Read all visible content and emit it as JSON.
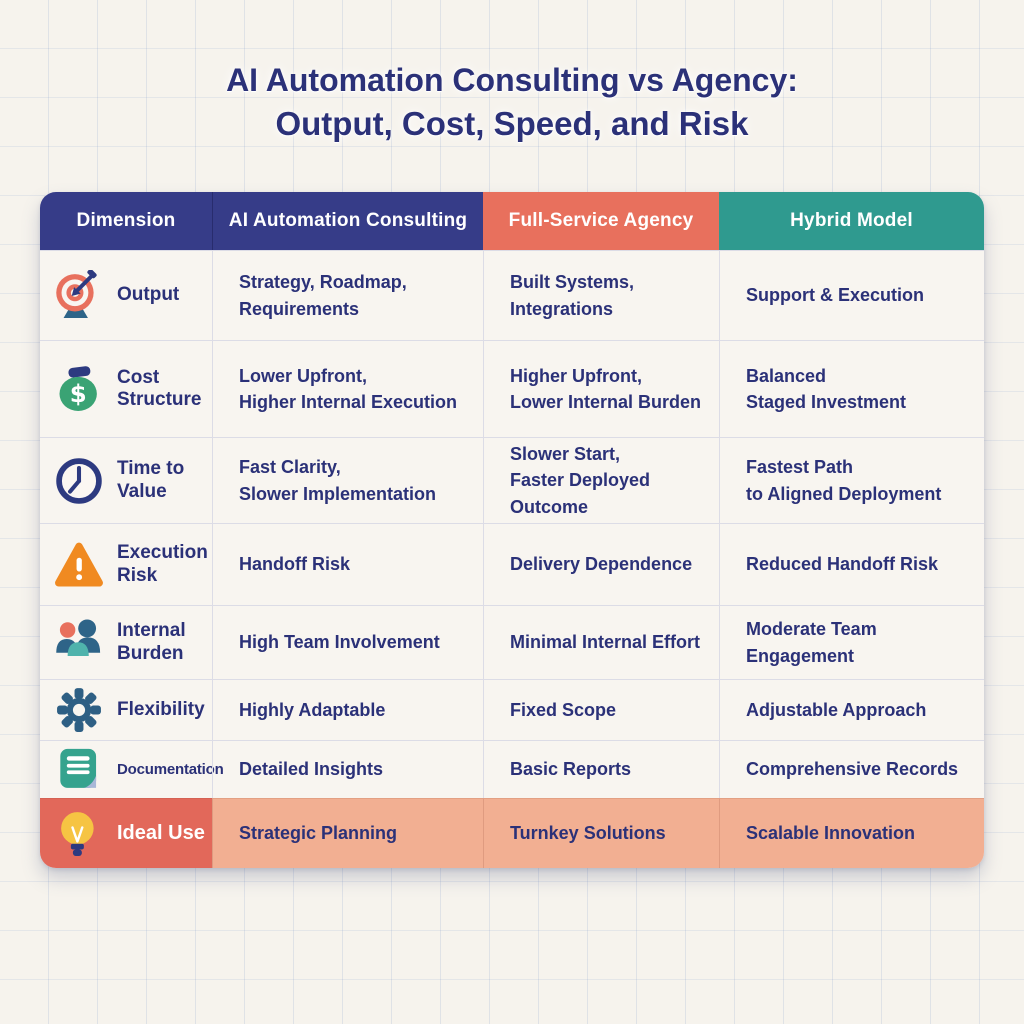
{
  "title": {
    "line1": "AI Automation Consulting vs Agency:",
    "line2": "Output, Cost, Speed, and Risk"
  },
  "table": {
    "headers": [
      {
        "label": "Dimension",
        "color": "#363c88"
      },
      {
        "label": "AI Automation Consulting",
        "color": "#363c88"
      },
      {
        "label": "Full-Service Agency",
        "color": "#e8705d"
      },
      {
        "label": "Hybrid Model",
        "color": "#2f9a8f"
      }
    ],
    "rows": [
      {
        "icon": "target-icon",
        "dimension": "Output",
        "consulting": "Strategy, Roadmap,\nRequirements",
        "agency": "Built Systems,\nIntegrations",
        "hybrid": "Support & Execution"
      },
      {
        "icon": "money-bag-icon",
        "dimension": "Cost\nStructure",
        "consulting": "Lower Upfront,\nHigher Internal Execution",
        "agency": "Higher Upfront,\nLower Internal Burden",
        "hybrid": "Balanced\nStaged Investment"
      },
      {
        "icon": "clock-icon",
        "dimension": "Time to\nValue",
        "consulting": "Fast Clarity,\nSlower Implementation",
        "agency": "Slower Start,\nFaster Deployed Outcome",
        "hybrid": "Fastest Path\nto Aligned Deployment"
      },
      {
        "icon": "warning-icon",
        "dimension": "Execution\nRisk",
        "consulting": "Handoff Risk",
        "agency": "Delivery Dependence",
        "hybrid": "Reduced Handoff Risk"
      },
      {
        "icon": "team-icon",
        "dimension": "Internal\nBurden",
        "consulting": "High Team Involvement",
        "agency": "Minimal Internal Effort",
        "hybrid": "Moderate Team Engagement"
      },
      {
        "icon": "gear-icon",
        "dimension": "Flexibility",
        "consulting": "Highly Adaptable",
        "agency": "Fixed Scope",
        "hybrid": "Adjustable Approach"
      },
      {
        "icon": "document-icon",
        "dimension": "Documentation",
        "consulting": "Detailed Insights",
        "agency": "Basic Reports",
        "hybrid": "Comprehensive Records"
      },
      {
        "icon": "lightbulb-icon",
        "dimension": "Ideal Use",
        "consulting": "Strategic Planning",
        "agency": "Turnkey Solutions",
        "hybrid": "Scalable Innovation"
      }
    ]
  },
  "colors": {
    "page_background": "#f6f3ed",
    "grid_line": "#cdd8ea",
    "text_navy": "#2b3178",
    "header_navy": "#363c88",
    "header_coral": "#e8705d",
    "header_teal": "#2f9a8f",
    "cell_background": "#f8f5f0",
    "ideal_row_label_background": "#e2685a",
    "ideal_row_cell_background": "#f2af92",
    "icon_green": "#3aa374",
    "icon_orange": "#f08a21",
    "icon_steel_blue": "#2e6488",
    "icon_teal": "#35a38e",
    "icon_yellow": "#f6c443"
  }
}
